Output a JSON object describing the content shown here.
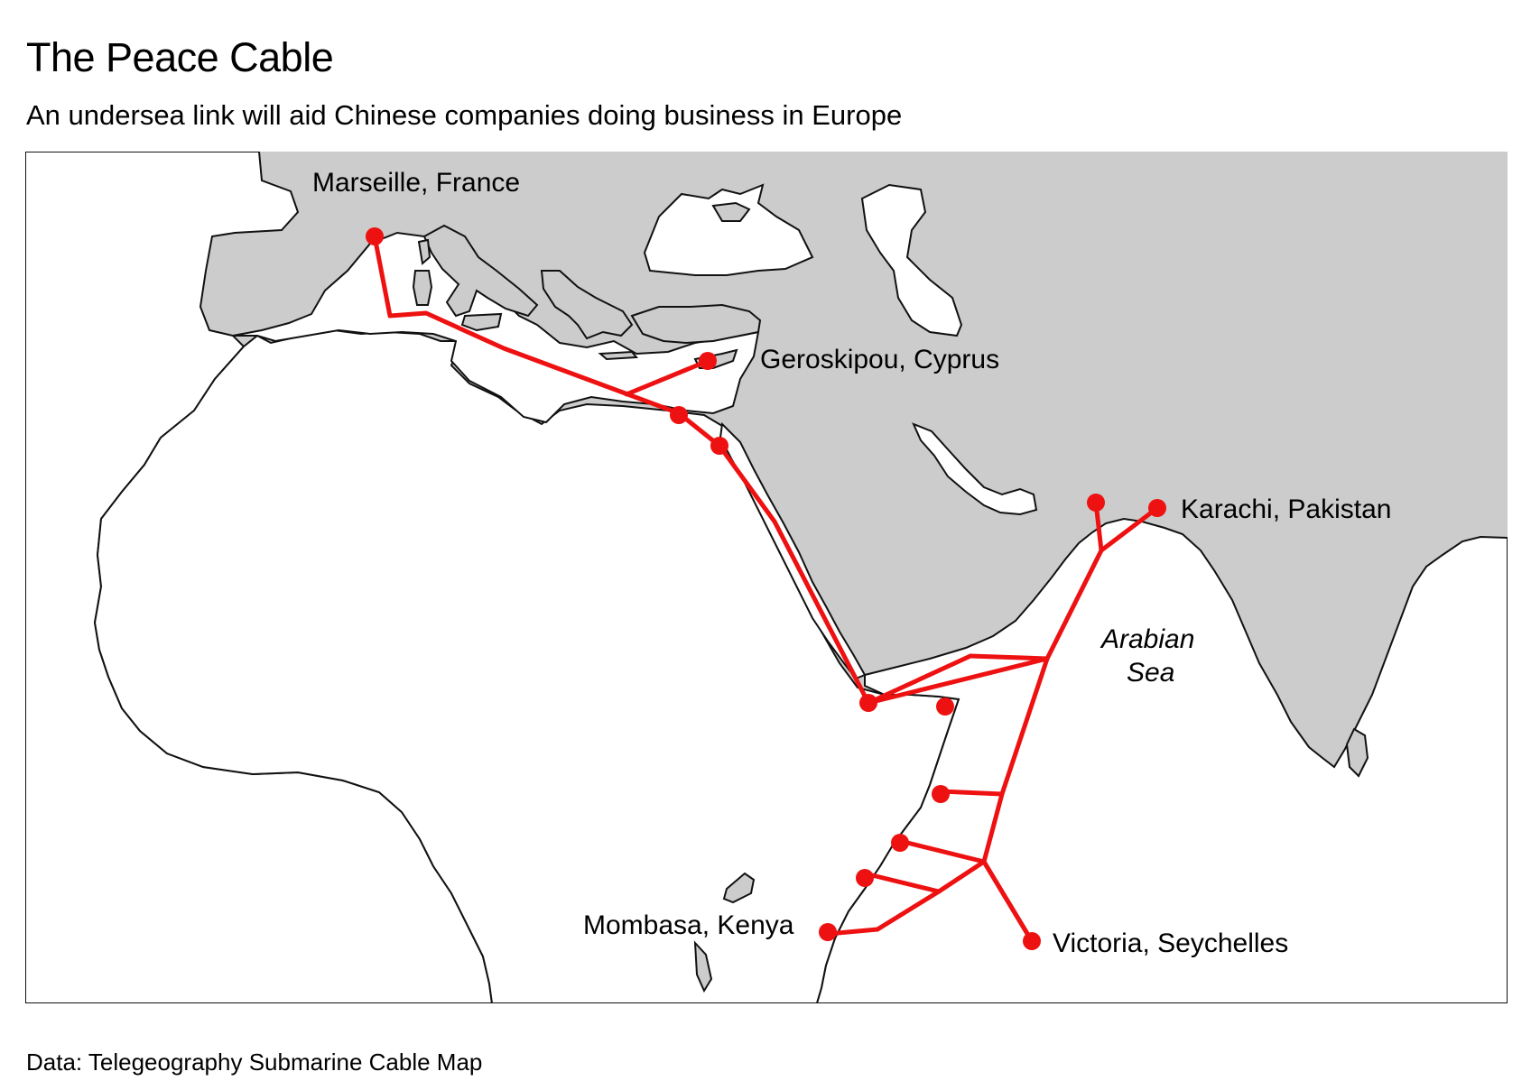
{
  "header": {
    "title": "The Peace Cable",
    "subtitle": "An undersea link will aid Chinese companies doing business in Europe"
  },
  "map": {
    "colors": {
      "land": "#cccccc",
      "sea": "#ffffff",
      "coastline": "#111111",
      "cable": "#ee1111"
    },
    "places": {
      "marseille": "Marseille, France",
      "geroskipou": "Geroskipou, Cyprus",
      "karachi": "Karachi, Pakistan",
      "mombasa": "Mombasa, Kenya",
      "victoria": "Victoria, Seychelles"
    },
    "sea_label": {
      "line1": "Arabian",
      "line2": "Sea"
    }
  },
  "footer": {
    "source": "Data: Telegeography Submarine Cable Map"
  }
}
